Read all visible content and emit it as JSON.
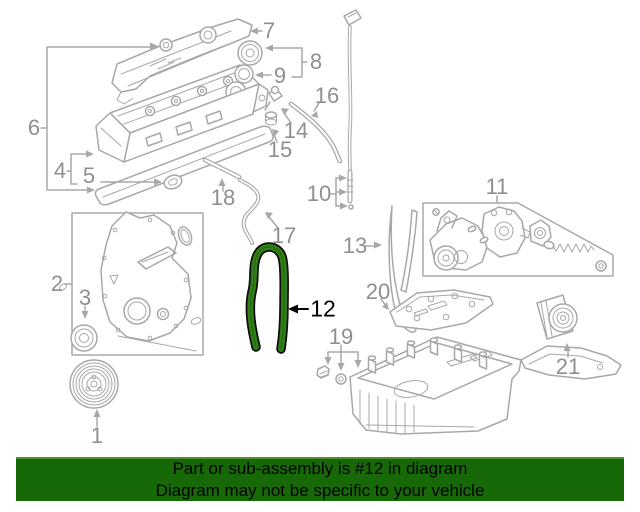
{
  "diagram": {
    "highlighted_part": "12",
    "callouts": {
      "p1": "1",
      "p2": "2",
      "p3": "3",
      "p4": "4",
      "p5": "5",
      "p6": "6",
      "p7": "7",
      "p8": "8",
      "p9": "9",
      "p10": "10",
      "p11": "11",
      "p12": "12",
      "p13": "13",
      "p14": "14",
      "p15": "15",
      "p16": "16",
      "p17": "17",
      "p18": "18",
      "p19": "19",
      "p20": "20",
      "p21": "21"
    }
  },
  "banner": {
    "line1": "Part or sub-assembly is #12 in diagram",
    "line2": "Diagram may not be specific to your vehicle"
  },
  "colors": {
    "background": "#ffffff",
    "line_gray": "#a8a8a8",
    "label_gray": "#8f8f8f",
    "highlight_label": "#000000",
    "chain_green": "#2f7f15",
    "chain_outline": "#0d0d0d",
    "chain_seam": "#1c4f10",
    "banner_bg": "#176907",
    "banner_top_edge": "#4f9033",
    "banner_text": "#000000"
  }
}
